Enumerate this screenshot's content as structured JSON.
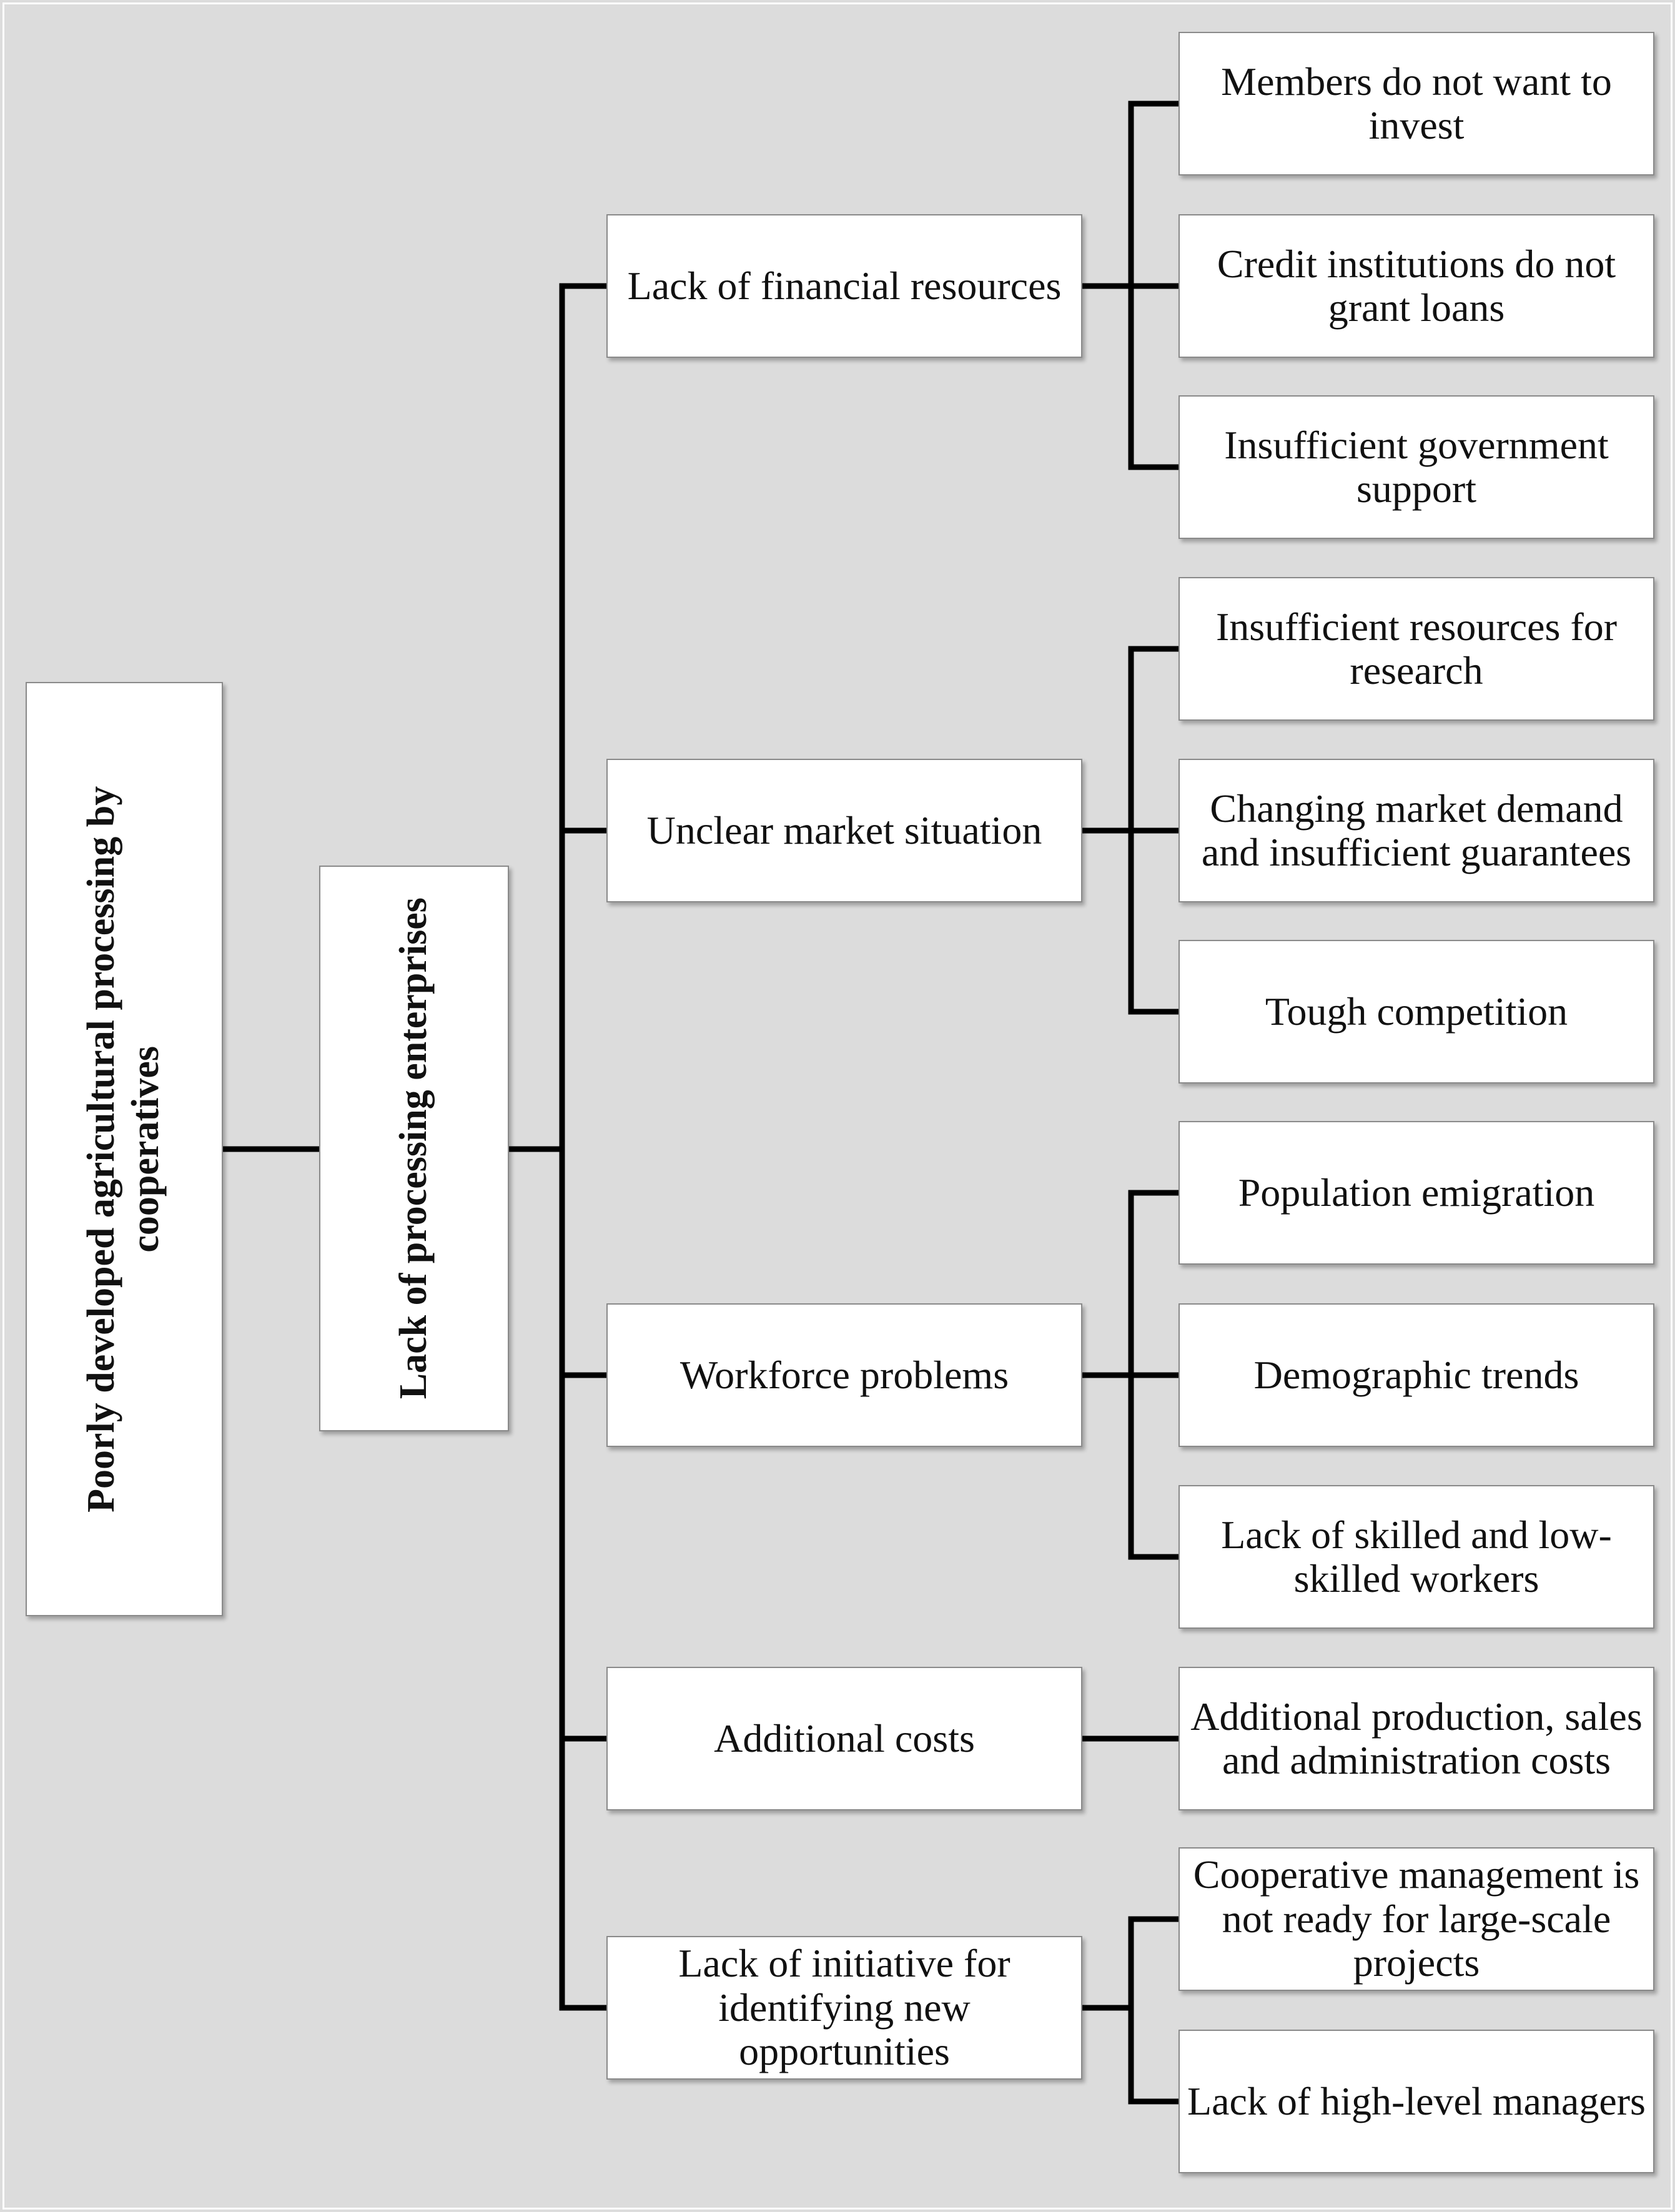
{
  "root": {
    "label_line1": "Poorly developed agricultural processing by",
    "label_line2": "cooperatives"
  },
  "level1": {
    "label": "Lack of processing enterprises"
  },
  "causes": [
    {
      "label": "Lack of financial resources",
      "subs": [
        "Members do not want to invest",
        "Credit institutions do not grant loans",
        "Insufficient government support"
      ]
    },
    {
      "label": "Unclear market situation",
      "subs": [
        "Insufficient resources for research",
        "Changing market demand and insufficient guarantees",
        "Tough competition"
      ]
    },
    {
      "label": "Workforce problems",
      "subs": [
        "Population emigration",
        "Demographic trends",
        "Lack of skilled and low-skilled workers"
      ]
    },
    {
      "label": "Additional costs",
      "subs": [
        "Additional production, sales and administration costs"
      ]
    },
    {
      "label": "Lack of initiative for identifying new opportunities",
      "subs": [
        "Cooperative management is not ready for large-scale projects",
        "Lack of high-level managers"
      ]
    }
  ]
}
